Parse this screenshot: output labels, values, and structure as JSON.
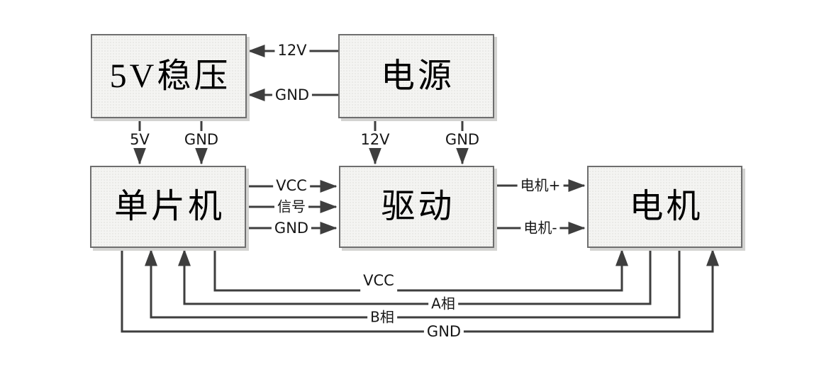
{
  "diagram": {
    "background": "#ffffff",
    "wire_color": "#3e3e3e",
    "box_fill": "#f4f4f2",
    "box_border": "#6e6e6e",
    "boxes": [
      {
        "label": "5V稳压"
      },
      {
        "label": "电源"
      },
      {
        "label": "单片机"
      },
      {
        "label": "驱动"
      },
      {
        "label": "电机"
      }
    ],
    "wires": [
      {
        "label": "12V",
        "from": "电源",
        "to": "5V稳压"
      },
      {
        "label": "GND",
        "from": "电源",
        "to": "5V稳压"
      },
      {
        "label": "5V",
        "from": "5V稳压",
        "to": "单片机"
      },
      {
        "label": "GND",
        "from": "5V稳压",
        "to": "单片机"
      },
      {
        "label": "12V",
        "from": "电源",
        "to": "驱动"
      },
      {
        "label": "GND",
        "from": "电源",
        "to": "驱动"
      },
      {
        "label": "VCC",
        "from": "单片机",
        "to": "驱动"
      },
      {
        "label": "信号",
        "from": "单片机",
        "to": "驱动"
      },
      {
        "label": "GND",
        "from": "单片机",
        "to": "驱动"
      },
      {
        "label": "电机+",
        "from": "驱动",
        "to": "电机"
      },
      {
        "label": "电机-",
        "from": "驱动",
        "to": "电机"
      },
      {
        "label": "VCC",
        "from": "单片机",
        "to": "电机"
      },
      {
        "label": "A相",
        "from": "电机",
        "to": "单片机"
      },
      {
        "label": "B相",
        "from": "电机",
        "to": "单片机"
      },
      {
        "label": "GND",
        "from": "单片机",
        "to": "电机"
      }
    ]
  }
}
